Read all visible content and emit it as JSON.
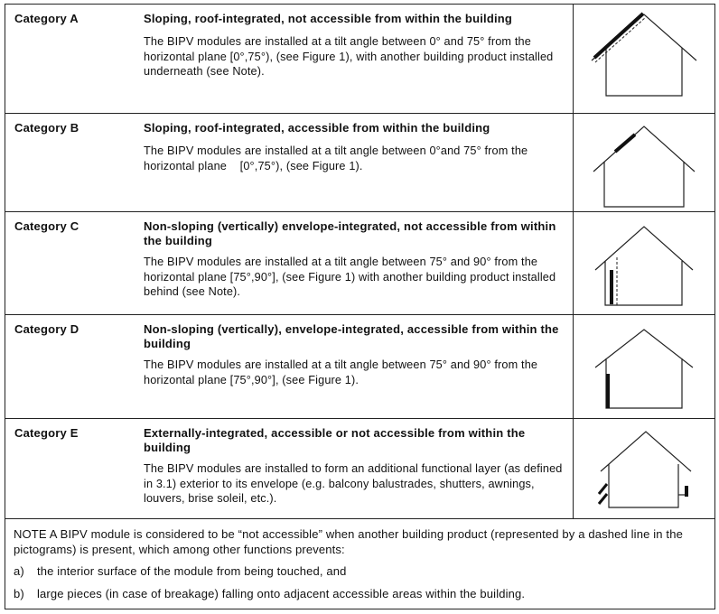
{
  "rows": [
    {
      "category": "Category A",
      "title": "Sloping, roof-integrated, not accessible from within the building",
      "description": "The BIPV modules are installed at a tilt angle between 0° and 75° from the horizontal plane [0°,75°), (see Figure 1), with another building product installed underneath (see Note).",
      "pictogram": "house-roof-module-with-underlay-icon"
    },
    {
      "category": "Category B",
      "title": "Sloping, roof-integrated, accessible from within the building",
      "description": "The BIPV modules are installed at a tilt angle between 0°and 75° from the horizontal plane    [0°,75°), (see Figure 1).",
      "pictogram": "house-roof-module-icon"
    },
    {
      "category": "Category C",
      "title": "Non-sloping (vertically) envelope-integrated, not accessible from within the building",
      "description": "The BIPV modules are installed at a tilt angle between 75° and 90° from the horizontal plane [75°,90°], (see Figure 1) with another building product installed behind (see Note).",
      "pictogram": "house-wall-module-with-backing-icon"
    },
    {
      "category": "Category D",
      "title": "Non-sloping (vertically), envelope-integrated, accessible from within the building",
      "description": "The BIPV modules are installed at a tilt angle between 75° and 90° from the horizontal plane [75°,90°], (see Figure 1).",
      "pictogram": "house-wall-module-icon"
    },
    {
      "category": "Category E",
      "title": "Externally-integrated, accessible or not accessible from within the building",
      "description": "The BIPV modules are installed to form an additional functional layer (as defined in 3.1) exterior to its envelope (e.g. balcony balustrades, shutters, awnings, louvers, brise soleil, etc.).",
      "pictogram": "house-external-module-icon"
    }
  ],
  "note": {
    "lead": "NOTE  A BIPV module is considered to be “not accessible” when another building product (represented by a dashed line in the pictograms) is present, which among other functions prevents:",
    "items": [
      {
        "label": "a)",
        "text": "the interior surface of the module from being touched, and"
      },
      {
        "label": "b)",
        "text": "large pieces (in case of breakage) falling onto adjacent accessible areas within the building."
      }
    ]
  }
}
